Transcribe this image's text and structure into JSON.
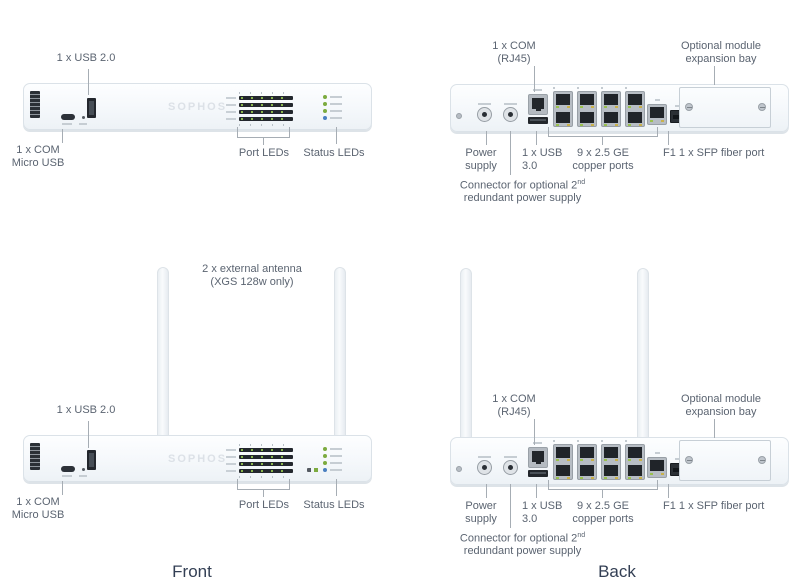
{
  "brand": "SOPHOS",
  "captions": {
    "front": "Front",
    "back": "Back"
  },
  "front_view": {
    "usb_label": "1 x USB 2.0",
    "com_label_line1": "1 x COM",
    "com_label_line2": "Micro USB",
    "port_leds_label": "Port LEDs",
    "status_leds_label": "Status LEDs"
  },
  "back_view": {
    "com_label_line1": "1 x COM",
    "com_label_line2": "(RJ45)",
    "bay_label_line1": "Optional module",
    "bay_label_line2": "expansion bay",
    "power_label_line1": "Power",
    "power_label_line2": "supply",
    "usb_label_line1": "1 x USB",
    "usb_label_line2": "3.0",
    "copper_label_line1": "9 x  2.5 GE",
    "copper_label_line2": "copper ports",
    "sfp_label": "F1 1 x SFP fiber port",
    "redundant_label_line1": "Connector for optional 2",
    "redundant_label_sup": "nd",
    "redundant_label_line2": "redundant power supply"
  },
  "antenna_label": {
    "line1": "2 x external antenna",
    "line2": "(XGS 128w only)"
  }
}
